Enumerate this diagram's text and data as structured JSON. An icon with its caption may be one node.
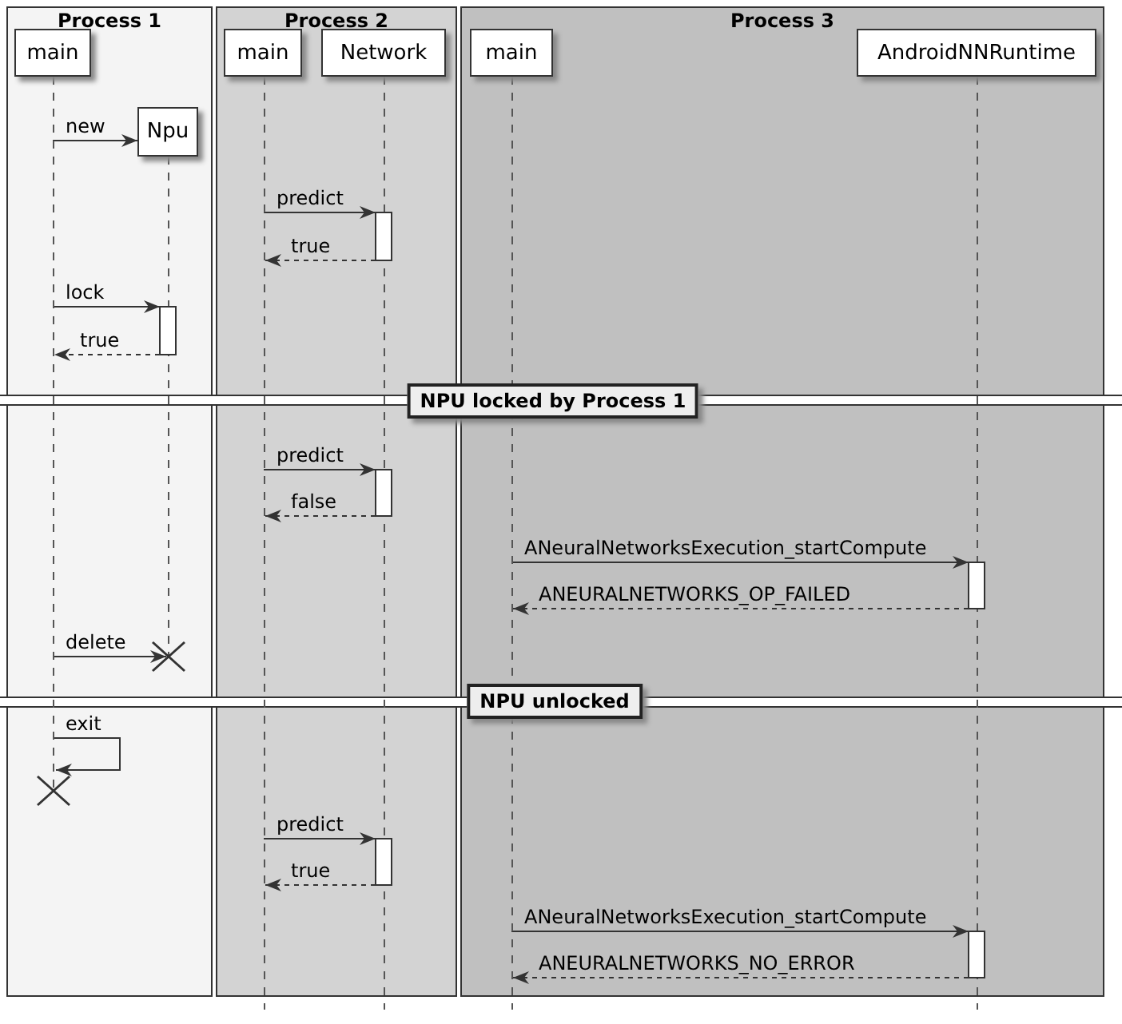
{
  "diagram": {
    "nodes": [
      {
        "text": [
          "Process 1"
        ]
      },
      {
        "text": [
          "Process 2"
        ]
      },
      {
        "text": [
          "Process 3"
        ]
      },
      {
        "text": [
          "main"
        ],
        "in": 0
      },
      {
        "text": [
          "Npu"
        ],
        "in": 0
      },
      {
        "text": [
          "main"
        ],
        "in": 1
      },
      {
        "text": [
          "Network"
        ],
        "in": 1
      },
      {
        "text": [
          "main"
        ],
        "in": 2
      },
      {
        "text": [
          "AndroidNNRuntime"
        ],
        "in": 2
      }
    ],
    "edges": [
      {
        "from": 3,
        "to": 4,
        "arrow": "to",
        "label": "new"
      },
      {
        "from": 5,
        "to": 6,
        "arrow": "to",
        "label": "predict"
      },
      {
        "from": 6,
        "to": 5,
        "arrow": "to",
        "label": "true",
        "style": "dashed"
      },
      {
        "from": 3,
        "to": 4,
        "arrow": "to",
        "label": "lock"
      },
      {
        "from": 4,
        "to": 3,
        "arrow": "to",
        "label": "true",
        "style": "dashed"
      },
      {
        "from": 5,
        "to": 6,
        "arrow": "to",
        "label": "predict"
      },
      {
        "from": 6,
        "to": 5,
        "arrow": "to",
        "label": "false",
        "style": "dashed"
      },
      {
        "from": 7,
        "to": 8,
        "arrow": "to",
        "label": "ANeuralNetworksExecution_startCompute"
      },
      {
        "from": 8,
        "to": 7,
        "arrow": "to",
        "label": "ANEURALNETWORKS_OP_FAILED",
        "style": "dashed"
      },
      {
        "from": 3,
        "to": 4,
        "arrow": "to",
        "label": "delete"
      },
      {
        "from": 3,
        "to": 3,
        "arrow": "to",
        "label": "exit"
      },
      {
        "from": 5,
        "to": 6,
        "arrow": "to",
        "label": "predict"
      },
      {
        "from": 6,
        "to": 5,
        "arrow": "to",
        "label": "true",
        "style": "dashed"
      },
      {
        "from": 7,
        "to": 8,
        "arrow": "to",
        "label": "ANeuralNetworksExecution_startCompute"
      },
      {
        "from": 8,
        "to": 7,
        "arrow": "to",
        "label": "ANEURALNETWORKS_NO_ERROR",
        "style": "dashed"
      }
    ],
    "labels": [
      "NPU locked by Process 1",
      "NPU unlocked"
    ]
  }
}
